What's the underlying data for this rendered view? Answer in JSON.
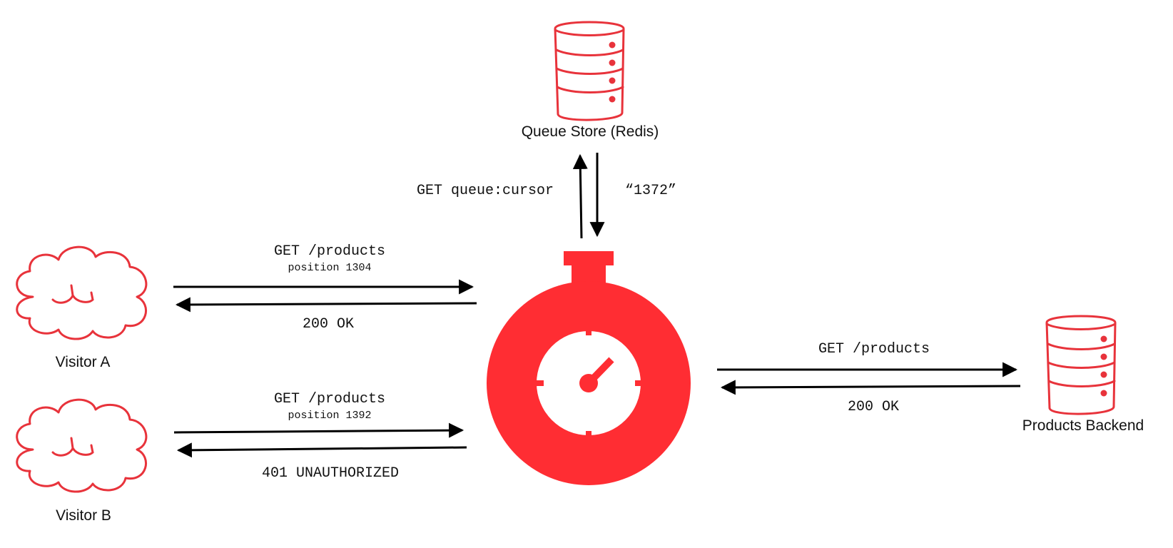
{
  "colors": {
    "accent": "#ff2d33",
    "outline": "#e8333b",
    "arrow": "#000000",
    "text": "#111111"
  },
  "nodes": {
    "queue_store": {
      "label": "Queue Store (Redis)",
      "icon": "database-icon"
    },
    "visitor_a": {
      "label": "Visitor A",
      "icon": "cloud-icon"
    },
    "visitor_b": {
      "label": "Visitor B",
      "icon": "cloud-icon"
    },
    "gatekeeper": {
      "icon": "stopwatch-icon"
    },
    "products_backend": {
      "label": "Products Backend",
      "icon": "database-icon"
    }
  },
  "edges": {
    "store_request": "GET queue:cursor",
    "store_response": "“1372”",
    "visitor_a_request": "GET /products",
    "visitor_a_position": "position 1304",
    "visitor_a_response": "200 OK",
    "visitor_b_request": "GET /products",
    "visitor_b_position": "position 1392",
    "visitor_b_response": "401 UNAUTHORIZED",
    "backend_request": "GET /products",
    "backend_response": "200 OK"
  }
}
